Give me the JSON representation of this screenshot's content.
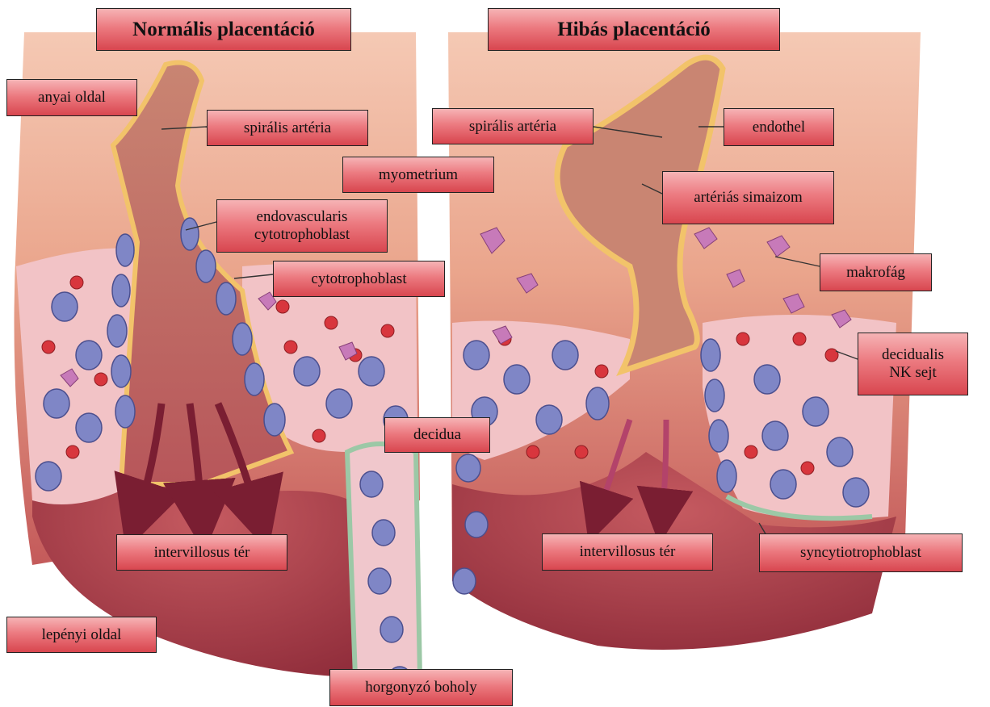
{
  "titles": {
    "normal": "Normális placentáció",
    "defective": "Hibás placentáció"
  },
  "labels": {
    "maternal_side": "anyai oldal",
    "spiral_artery_left": "spirális artéria",
    "myometrium": "myometrium",
    "endovascular_cytotrophoblast": "endovascularis\ncytotrophoblast",
    "cytotrophoblast": "cytotrophoblast",
    "decidua": "decidua",
    "intervillous_space_left": "intervillosus tér",
    "fetal_side": "lepényi oldal",
    "anchoring_villus": "horgonyzó boholy",
    "spiral_artery_right": "spirális artéria",
    "endothel": "endothel",
    "arterial_smooth_muscle": "artériás simaizom",
    "macrophage": "makrofág",
    "decidual_nk_cell": "decidualis\nNK sejt",
    "intervillous_space_right": "intervillosus tér",
    "syncytiotrophoblast": "syncytiotrophoblast"
  },
  "colors": {
    "myometrium": "#e9a68e",
    "intervillous": "#b9454f",
    "decidua": "#f2c3c6",
    "trophoblast": "#7f86c6",
    "nk_cell": "#d8363d",
    "macrophage": "#c77ab9",
    "artery_wall": "#f2c36a",
    "syncytium": "#a9cfae"
  }
}
